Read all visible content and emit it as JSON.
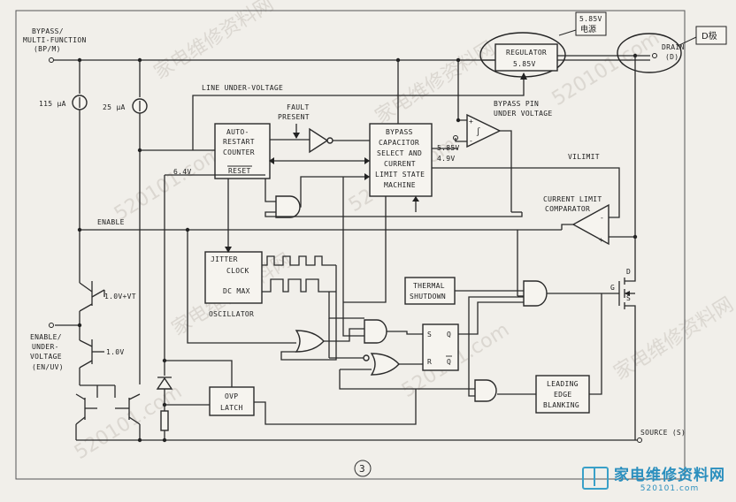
{
  "labels": {
    "bypass_pin": "BYPASS/",
    "multi_function": "MULTI-FUNCTION",
    "bp_m": "(BP/M)",
    "i115": "115 μA",
    "i25": "25 μA",
    "line_uv": "LINE UNDER-VOLTAGE",
    "fault": "FAULT",
    "present": "PRESENT",
    "auto": "AUTO-",
    "restart": "RESTART",
    "counter": "COUNTER",
    "reset": "RESET",
    "v64": "6.4V",
    "bypass_cap": "BYPASS",
    "capacitor": "CAPACITOR",
    "select": "SELECT AND",
    "current": "CURRENT",
    "limit_state": "LIMIT STATE",
    "machine": "MACHINE",
    "regulator": "REGULATOR",
    "reg_v": "5.85V",
    "bp_pin_uv1": "BYPASS PIN",
    "bp_pin_uv2": "UNDER VOLTAGE",
    "v585": "5.85V",
    "v49": "4.9V",
    "drain": "DRAIN",
    "drain_d": "(D)",
    "vilimit": "VILIMIT",
    "cl_comp1": "CURRENT LIMIT",
    "cl_comp2": "COMPARATOR",
    "enable": "ENABLE",
    "jitter": "JITTER",
    "clock": "CLOCK",
    "dcmax": "DC MAX",
    "oscillator": "OSCILLATOR",
    "thermal": "THERMAL",
    "shutdown": "SHUTDOWN",
    "s": "S",
    "q": "Q",
    "r": "R",
    "qbar": "Q",
    "v10vt": "1.0V+VT",
    "v10": "1.0V",
    "enable_uv1": "ENABLE/",
    "enable_uv2": "UNDER-",
    "enable_uv3": "VOLTAGE",
    "enable_uv4": "(EN/UV)",
    "ovp": "OVP",
    "latch": "LATCH",
    "leading": "LEADING",
    "edge": "EDGE",
    "blanking": "BLANKING",
    "source": "SOURCE (S)",
    "mos_d": "D",
    "mos_g": "G",
    "mos_s": "S",
    "plus": "+",
    "minus": "-",
    "fig_num": "3"
  },
  "callouts": {
    "reg_note1": "5.85V",
    "reg_note2": "电源",
    "drain_note": "D极"
  },
  "watermarks": [
    "家电维修资料网",
    "520101.com"
  ],
  "logo": {
    "name": "家电维修资料网",
    "url": "520101.com"
  }
}
